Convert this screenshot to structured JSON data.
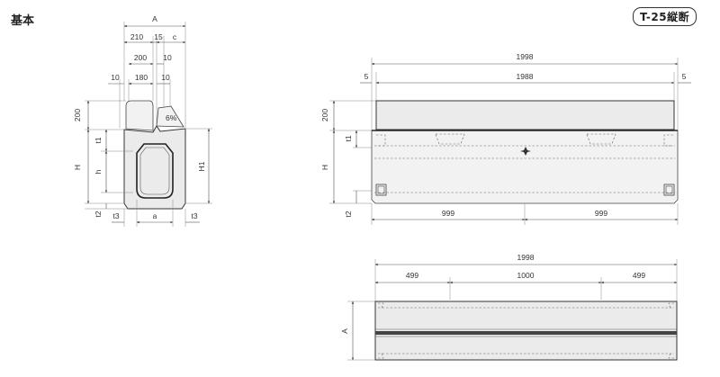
{
  "header": {
    "title": "基本",
    "badge": "T-25縦断"
  },
  "cross_section": {
    "A": "A",
    "w210": "210",
    "w15": "15",
    "c": "c",
    "w200": "200",
    "w10a": "10",
    "w10b": "10",
    "w180": "180",
    "w10c": "10",
    "slope": "6%",
    "h200": "200",
    "t1": "t1",
    "H": "H",
    "h": "h",
    "H1": "H1",
    "t2": "t2",
    "t3_left": "t3",
    "a": "a",
    "t3_right": "t3"
  },
  "side_view": {
    "total": "1998",
    "offset_left": "5",
    "inner": "1988",
    "offset_right": "5",
    "h200": "200",
    "t1": "t1",
    "H": "H",
    "t2": "t2",
    "half_left": "999",
    "half_right": "999"
  },
  "plan_view": {
    "total": "1998",
    "seg_left": "499",
    "seg_mid": "1000",
    "seg_right": "499",
    "A": "A"
  },
  "colors": {
    "fill": "#ebebeb",
    "line": "#333333"
  }
}
